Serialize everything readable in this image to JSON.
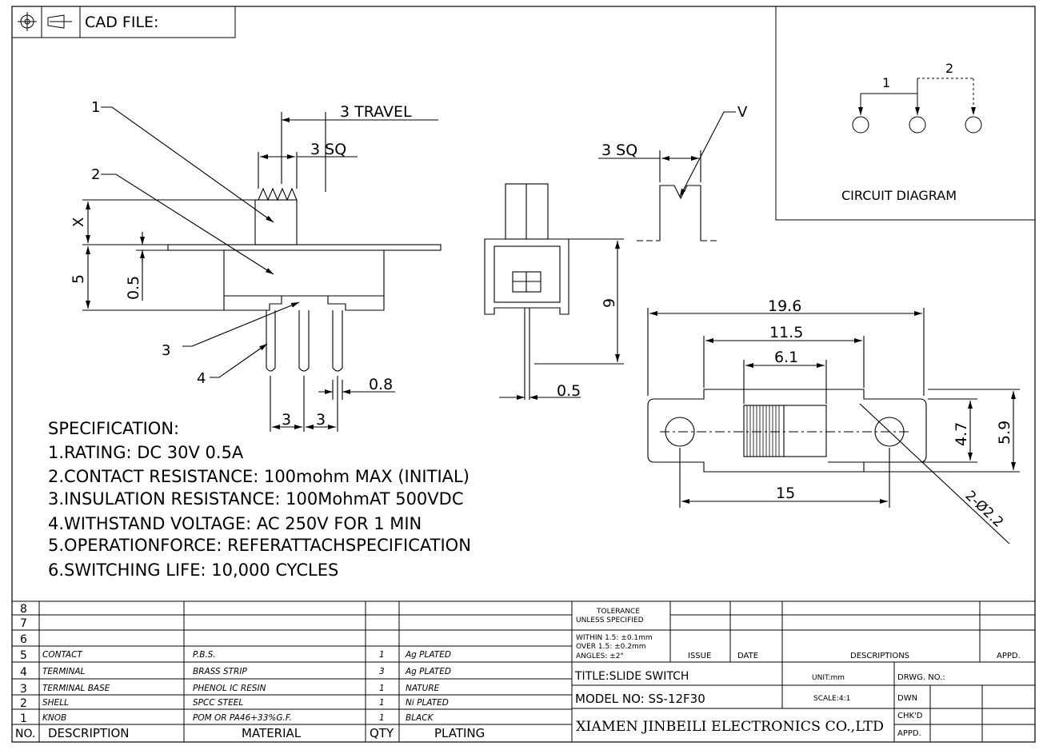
{
  "header": {
    "cad_label": "CAD FILE:"
  },
  "circuit": {
    "title": "CIRCUIT DIAGRAM",
    "label_1": "1",
    "label_2": "2"
  },
  "side_view": {
    "callouts": [
      "1",
      "2",
      "3",
      "4"
    ],
    "dim_travel": "3  TRAVEL",
    "dim_sq": "3  SQ",
    "dim_x": "X",
    "dim_5": "5",
    "dim_05": "0.5",
    "dim_08": "0.8",
    "dim_pitch_a": "3",
    "dim_pitch_b": "3"
  },
  "end_view": {
    "dim_9": "9",
    "dim_05": "0.5"
  },
  "knob_detail": {
    "dim_sq": "3  SQ",
    "label_v": "V"
  },
  "top_view": {
    "dim_196": "19.6",
    "dim_115": "11.5",
    "dim_61": "6.1",
    "dim_15": "15",
    "dim_47": "4.7",
    "dim_59": "5.9",
    "holes": "2-Ø2.2"
  },
  "specification": {
    "heading": "SPECIFICATION:",
    "items": [
      "1.RATING: DC  30V  0.5A",
      "2.CONTACT  RESISTANCE: 100mohm  MAX  (INITIAL)",
      "3.INSULATION  RESISTANCE: 100MohmAT  500VDC",
      "4.WITHSTAND  VOLTAGE: AC  250V  FOR  1  MIN",
      "5.OPERATIONFORCE: REFERATTACHSPECIFICATION",
      "6.SWITCHING  LIFE: 10,000  CYCLES"
    ]
  },
  "bom": {
    "rows": [
      {
        "no": "8",
        "description": "",
        "material": "",
        "qty": "",
        "plating": ""
      },
      {
        "no": "7",
        "description": "",
        "material": "",
        "qty": "",
        "plating": ""
      },
      {
        "no": "6",
        "description": "",
        "material": "",
        "qty": "",
        "plating": ""
      },
      {
        "no": "5",
        "description": "CONTACT",
        "material": "P.B.S.",
        "qty": "1",
        "plating": "Ag  PLATED"
      },
      {
        "no": "4",
        "description": "TERMINAL",
        "material": "BRASS  STRIP",
        "qty": "3",
        "plating": "Ag  PLATED"
      },
      {
        "no": "3",
        "description": "TERMINAL  BASE",
        "material": "PHENOL  IC  RESIN",
        "qty": "1",
        "plating": "NATURE"
      },
      {
        "no": "2",
        "description": "SHELL",
        "material": "SPCC  STEEL",
        "qty": "1",
        "plating": "Ni  PLATED"
      },
      {
        "no": "1",
        "description": "KNOB",
        "material": "POM  OR  PA46+33%G.F.",
        "qty": "1",
        "plating": "BLACK"
      }
    ],
    "header": {
      "no": "NO.",
      "description": "DESCRIPTION",
      "material": "MATERIAL",
      "qty": "QTY",
      "plating": "PLATING"
    }
  },
  "title_block": {
    "tolerance_1": "TOLERANCE",
    "tolerance_2": "UNLESS  SPECIFIED",
    "within": "WITHIN  1.5: ±0.1mm",
    "over": "OVER  1.5:  ±0.2mm",
    "angles": "ANGLES: ±2°",
    "issue": "ISSUE",
    "date": "DATE",
    "descriptions": "DESCRIPTIONS",
    "appd": "APPD.",
    "title": "TITLE:SLIDE  SWITCH",
    "unit": "UNIT:mm",
    "drwg_no": "DRWG. NO.:",
    "model": "MODEL  NO: SS-12F30",
    "scale": "SCALE:4:1",
    "dwn": "DWN",
    "chkd": "CHK'D",
    "appd2": "APPD.",
    "company": "XIAMEN JINBEILI ELECTRONICS CO.,LTD"
  }
}
